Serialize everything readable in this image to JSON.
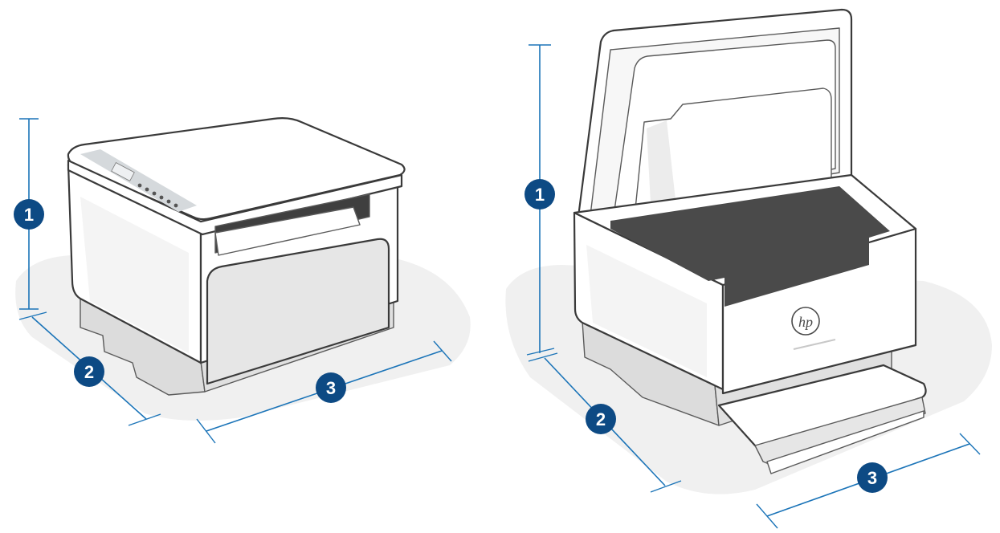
{
  "figure": {
    "left_view": {
      "callouts": [
        {
          "id": "height",
          "label": "1"
        },
        {
          "id": "depth",
          "label": "2"
        },
        {
          "id": "width",
          "label": "3"
        }
      ]
    },
    "right_view": {
      "logo_text": "hp",
      "callouts": [
        {
          "id": "height",
          "label": "1"
        },
        {
          "id": "depth",
          "label": "2"
        },
        {
          "id": "width",
          "label": "3"
        }
      ]
    }
  },
  "colors": {
    "dimension_line": "#1b74b8",
    "callout_fill": "#0d4a84",
    "printer_body": "#ffffff",
    "printer_outline": "#3a3a3a",
    "shadow": "#f0f0f0",
    "base_gray": "#dcdcdc",
    "panel_gray": "#e6e6e6",
    "interior_dark": "#4a4a4a"
  }
}
